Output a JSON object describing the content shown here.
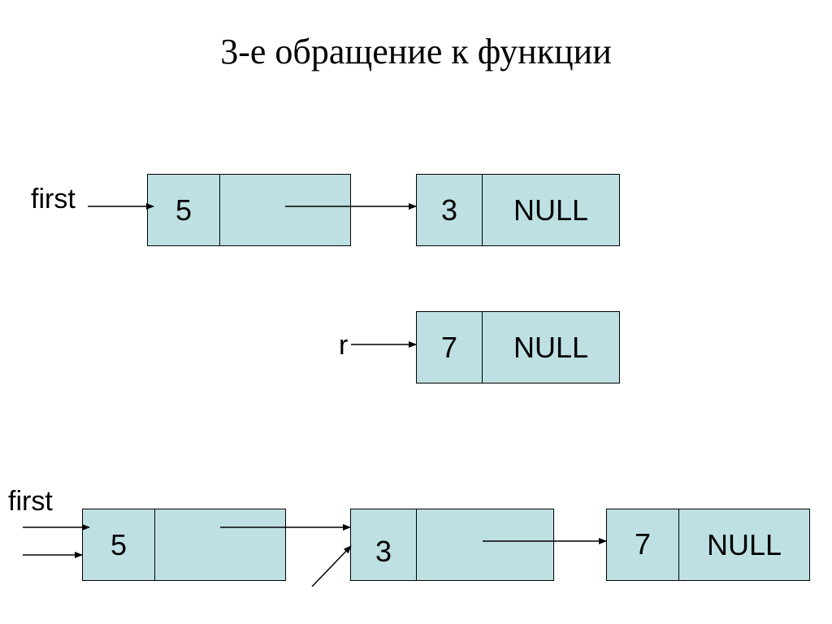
{
  "title": "3-е обращение к функции",
  "colors": {
    "node_fill": "#bee0e3",
    "border": "#000000",
    "arrow": "#000000"
  },
  "labels": {
    "first_top": "first",
    "r": "r",
    "first_bottom": "first"
  },
  "top_list": [
    {
      "value": "5",
      "next": ""
    },
    {
      "value": "3",
      "next": "NULL"
    }
  ],
  "r_node": {
    "value": "7",
    "next": "NULL"
  },
  "bottom_list": [
    {
      "value": "5",
      "next": ""
    },
    {
      "value": "3",
      "next": ""
    },
    {
      "value": "7",
      "next": "NULL"
    }
  ]
}
